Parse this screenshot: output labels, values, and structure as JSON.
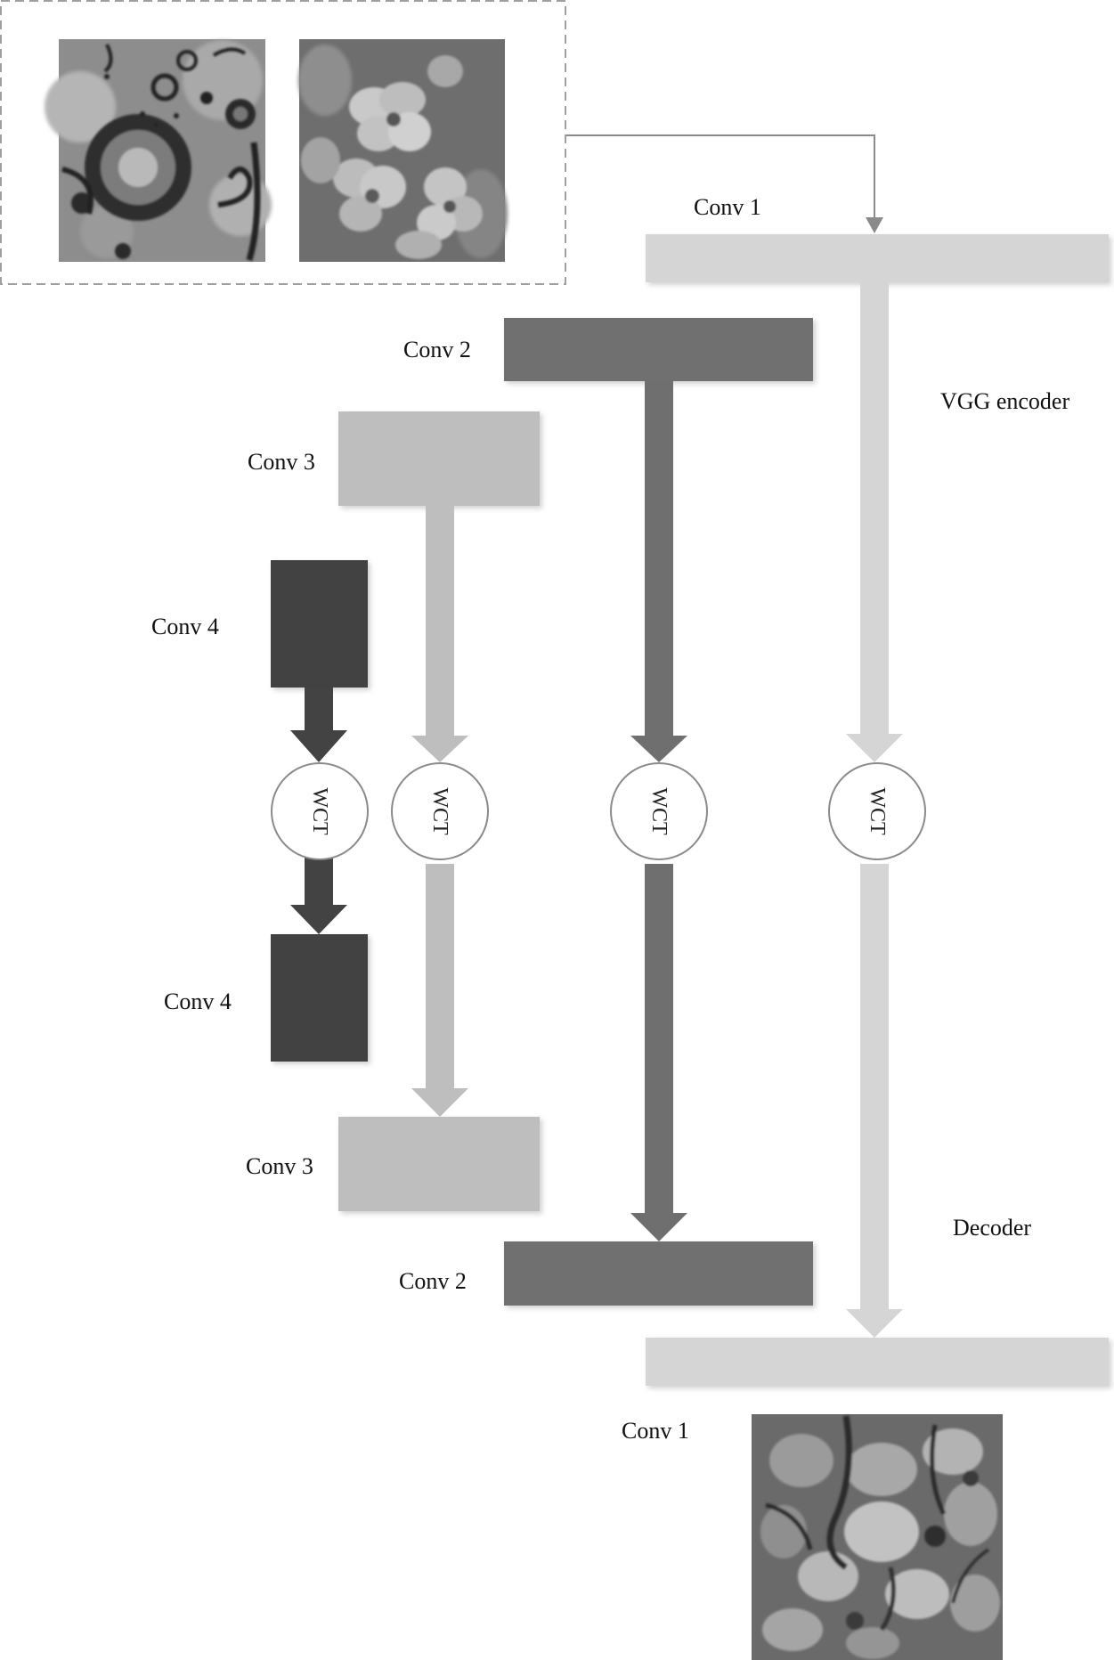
{
  "labels": {
    "enc_conv1": "Conv 1",
    "enc_conv2": "Conv 2",
    "enc_conv3": "Conv 3",
    "enc_conv4": "Conv 4",
    "dec_conv4": "Conv 4",
    "dec_conv3": "Conv 3",
    "dec_conv2": "Conv 2",
    "dec_conv1": "Conv 1",
    "vgg_encoder": "VGG encoder",
    "decoder": "Decoder",
    "wct_1": "WCT",
    "wct_2": "WCT",
    "wct_3": "WCT",
    "wct_4": "WCT"
  },
  "images": {
    "content_input": "abstract-pattern-image",
    "style_input": "flower-image",
    "stylized_output": "stylized-flower-image"
  },
  "colors": {
    "level1": "#d5d5d5",
    "level2": "#6f6f6f",
    "level3": "#bebebe",
    "level4": "#434343",
    "connector": "#8a8a8a",
    "dashed_border": "#a0a0a0"
  }
}
